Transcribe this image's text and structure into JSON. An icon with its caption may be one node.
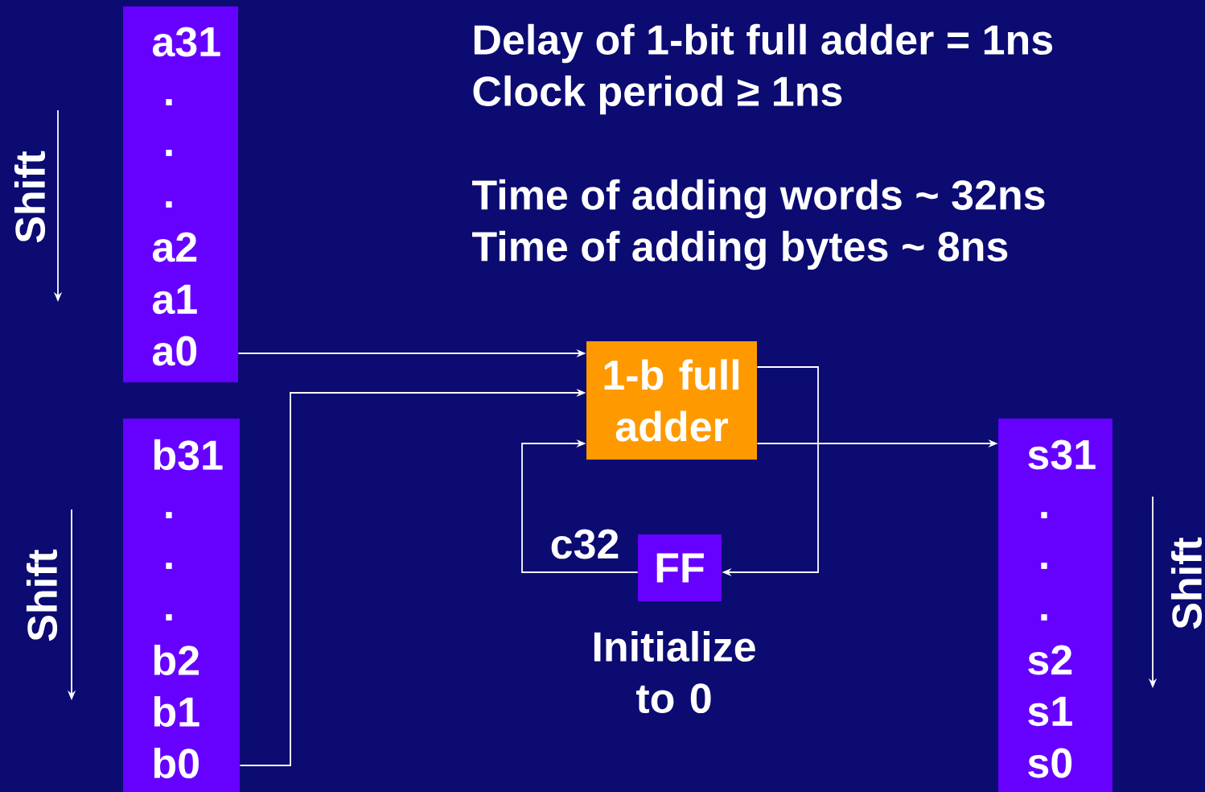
{
  "diagram": {
    "nodes": [
      {
        "text": [
          "a31",
          ".",
          ".",
          ".",
          "a2",
          "a1",
          "a0"
        ]
      },
      {
        "text": [
          "b31",
          ".",
          ".",
          ".",
          "b2",
          "b1",
          "b0"
        ]
      },
      {
        "text": [
          "1-b full adder"
        ]
      },
      {
        "text": [
          "FF"
        ],
        "beside": [
          "Initialize to 0"
        ]
      },
      {
        "text": [
          "s31",
          ".",
          ".",
          ".",
          "s2",
          "s1",
          "s0"
        ]
      }
    ],
    "edges": [
      {
        "from": 0,
        "to": 2,
        "arrow": "to"
      },
      {
        "from": 1,
        "to": 2,
        "arrow": "to"
      },
      {
        "from": 3,
        "to": 2,
        "arrow": "to",
        "label": "c32"
      },
      {
        "from": 2,
        "to": 4,
        "arrow": "to"
      },
      {
        "from": 2,
        "to": 3,
        "arrow": "to"
      }
    ],
    "labels": [
      "Delay of 1-bit full adder = 1ns",
      "Clock period ≥ 1ns",
      "Time of adding words ~ 32ns",
      "Time of adding bytes ~ 8ns",
      "Shift",
      "Shift",
      "Shift"
    ]
  }
}
